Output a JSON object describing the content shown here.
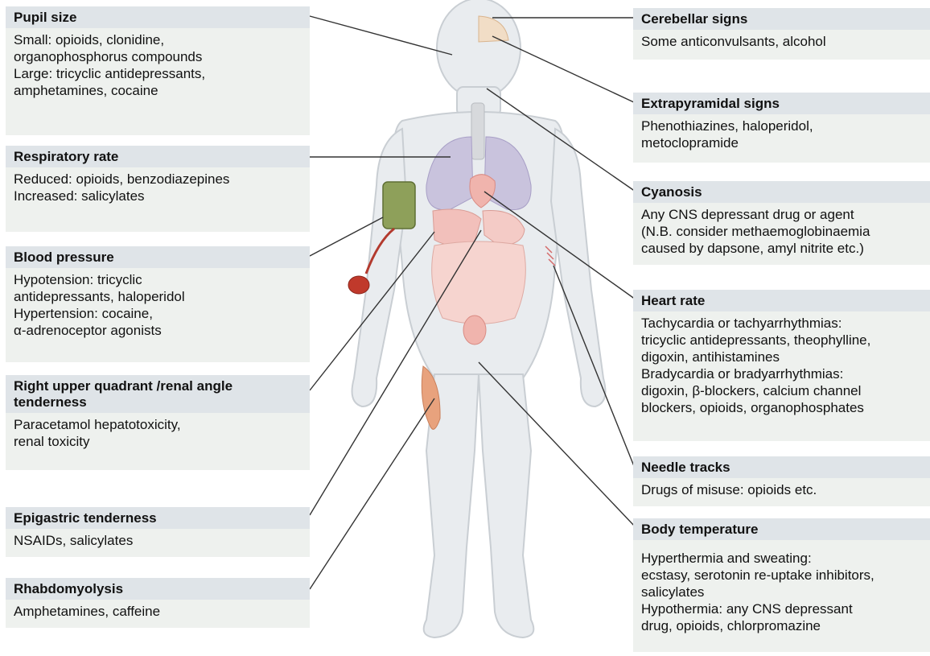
{
  "left_panels": [
    {
      "id": "pupil",
      "title": "Pupil size",
      "text": "Small: opioids, clonidine,\norganophosphorus compounds\nLarge: tricyclic antidepressants,\namphetamines, cocaine"
    },
    {
      "id": "resp",
      "title": "Respiratory rate",
      "text": "Reduced: opioids, benzodiazepines\nIncreased: salicylates"
    },
    {
      "id": "bp",
      "title": "Blood pressure",
      "text": "Hypotension: tricyclic\nantidepressants, haloperidol\nHypertension: cocaine,\nα-adrenoceptor agonists"
    },
    {
      "id": "ruq",
      "title": "Right upper quadrant /renal angle tenderness",
      "text": "Paracetamol hepatotoxicity,\nrenal toxicity"
    },
    {
      "id": "epi",
      "title": "Epigastric tenderness",
      "text": "NSAIDs, salicylates"
    },
    {
      "id": "rhabdo",
      "title": "Rhabdomyolysis",
      "text": " Amphetamines, caffeine"
    }
  ],
  "right_panels": [
    {
      "id": "cereb",
      "title": "Cerebellar signs",
      "text": "Some anticonvulsants, alcohol"
    },
    {
      "id": "extra",
      "title": "Extrapyramidal signs",
      "text": "Phenothiazines, haloperidol,\nmetoclopramide"
    },
    {
      "id": "cyan",
      "title": "Cyanosis",
      "text": "Any CNS depressant drug or agent\n(N.B. consider methaemoglobinaemia\ncaused by dapsone, amyl nitrite etc.)"
    },
    {
      "id": "hr",
      "title": "Heart rate",
      "text": "Tachycardia or tachyarrhythmias:\ntricyclic antidepressants, theophylline,\ndigoxin, antihistamines\nBradycardia or bradyarrhythmias:\ndigoxin, β-blockers, calcium channel\nblockers, opioids, organophosphates"
    },
    {
      "id": "needle",
      "title": "Needle tracks",
      "text": "Drugs of misuse: opioids etc."
    },
    {
      "id": "temp",
      "title": "Body temperature",
      "text": "Hyperthermia and sweating:\necstasy, serotonin re-uptake inhibitors,\nsalicylates\nHypothermia: any CNS depressant\ndrug, opioids, chlorpromazine"
    }
  ],
  "colors": {
    "panel_bg": "#eef1ee",
    "panel_head": "#dfe4e8",
    "body_fill": "#e9ecef",
    "body_outline": "#c9ced3",
    "lungs": "#c9c3dd",
    "organs": "#f2c0bb",
    "cuff": "#8ea05a",
    "bulb": "#c0392b",
    "muscle": "#e8a27d"
  }
}
